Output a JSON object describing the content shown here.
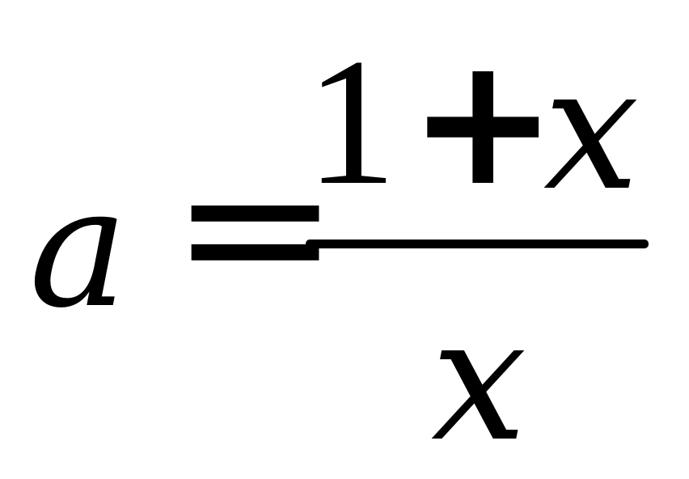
{
  "equation": {
    "lhs_variable": "a",
    "equals_sign": "=",
    "numerator": {
      "constant": "1",
      "operator": "+",
      "variable": "x"
    },
    "denominator": {
      "variable": "x"
    }
  }
}
